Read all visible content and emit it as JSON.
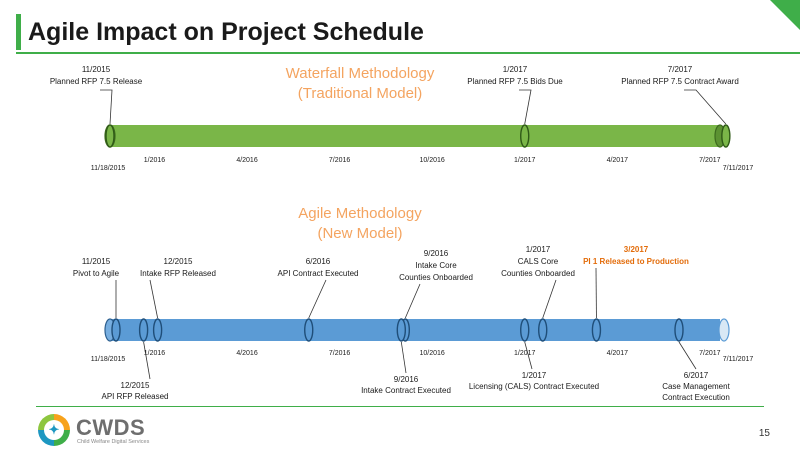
{
  "slide": {
    "title": "Agile Impact on Project Schedule",
    "page_number": "15"
  },
  "colors": {
    "accent": "#3fae49",
    "waterfall_bar": "#7ab648",
    "agile_bar": "#5b9bd5",
    "method_title": "#f4a460",
    "highlight": "#e36c0a"
  },
  "logo": {
    "name": "CWDS",
    "tagline": "Child Welfare Digital Services"
  },
  "waterfall": {
    "title_line1": "Waterfall Methodology",
    "title_line2": "(Traditional Model)",
    "start_label": "11/18/2015",
    "end_label": "7/11/2017",
    "ticks": [
      "1/2016",
      "4/2016",
      "7/2016",
      "10/2016",
      "1/2017",
      "4/2017",
      "7/2017"
    ],
    "milestones": [
      {
        "date": "11/2015",
        "label": "Planned RFP 7.5 Release"
      },
      {
        "date": "1/2017",
        "label": "Planned RFP 7.5 Bids Due"
      },
      {
        "date": "7/2017",
        "label": "Planned RFP 7.5 Contract Award"
      }
    ]
  },
  "agile": {
    "title_line1": "Agile Methodology",
    "title_line2": "(New Model)",
    "start_label": "11/18/2015",
    "end_label": "7/11/2017",
    "ticks": [
      "1/2016",
      "4/2016",
      "7/2016",
      "10/2016",
      "1/2017",
      "4/2017",
      "7/2017"
    ],
    "above": [
      {
        "date": "11/2015",
        "lines": [
          "Pivot to Agile"
        ]
      },
      {
        "date": "12/2015",
        "lines": [
          "Intake RFP Released"
        ]
      },
      {
        "date": "6/2016",
        "lines": [
          "API Contract Executed"
        ]
      },
      {
        "date": "9/2016",
        "lines": [
          "Intake Core",
          "Counties Onboarded"
        ]
      },
      {
        "date": "1/2017",
        "lines": [
          "CALS Core",
          "Counties Onboarded"
        ]
      },
      {
        "date": "3/2017",
        "lines": [
          "PI 1 Released to Production"
        ],
        "highlight": true
      }
    ],
    "below": [
      {
        "date": "12/2015",
        "lines": [
          "API RFP Released"
        ]
      },
      {
        "date": "9/2016",
        "lines": [
          "Intake Contract Executed"
        ]
      },
      {
        "date": "1/2017",
        "lines": [
          "Licensing (CALS) Contract Executed"
        ]
      },
      {
        "date": "6/2017",
        "lines": [
          "Case Management",
          "Contract Execution"
        ]
      }
    ]
  }
}
